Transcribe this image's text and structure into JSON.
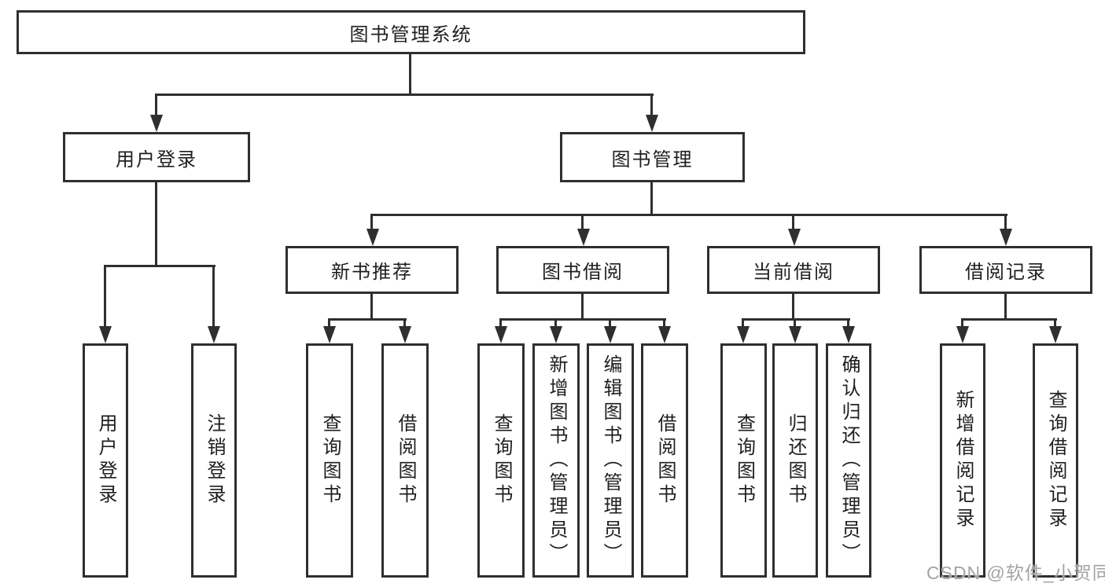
{
  "colors": {
    "line": "#2f2f2f",
    "box_border": "#2f2f2f",
    "text": "#1f1f1f",
    "background": "#ffffff",
    "watermark": "#a3a3a3"
  },
  "tree": {
    "root": {
      "label": "图书管理系统",
      "children": [
        {
          "label": "用户登录",
          "children": [
            {
              "label": "用户登录"
            },
            {
              "label": "注销登录"
            }
          ]
        },
        {
          "label": "图书管理",
          "children": [
            {
              "label": "新书推荐",
              "children": [
                {
                  "label": "查询图书"
                },
                {
                  "label": "借阅图书"
                }
              ]
            },
            {
              "label": "图书借阅",
              "children": [
                {
                  "label": "查询图书"
                },
                {
                  "label": "新增图书（管理员）"
                },
                {
                  "label": "编辑图书（管理员）"
                },
                {
                  "label": "借阅图书"
                }
              ]
            },
            {
              "label": "当前借阅",
              "children": [
                {
                  "label": "查询图书"
                },
                {
                  "label": "归还图书"
                },
                {
                  "label": "确认归还（管理员）"
                }
              ]
            },
            {
              "label": "借阅记录",
              "children": [
                {
                  "label": "新增借阅记录"
                },
                {
                  "label": "查询借阅记录"
                }
              ]
            }
          ]
        }
      ]
    }
  },
  "watermark": {
    "text": "CSDN @软件_小贺同学"
  }
}
